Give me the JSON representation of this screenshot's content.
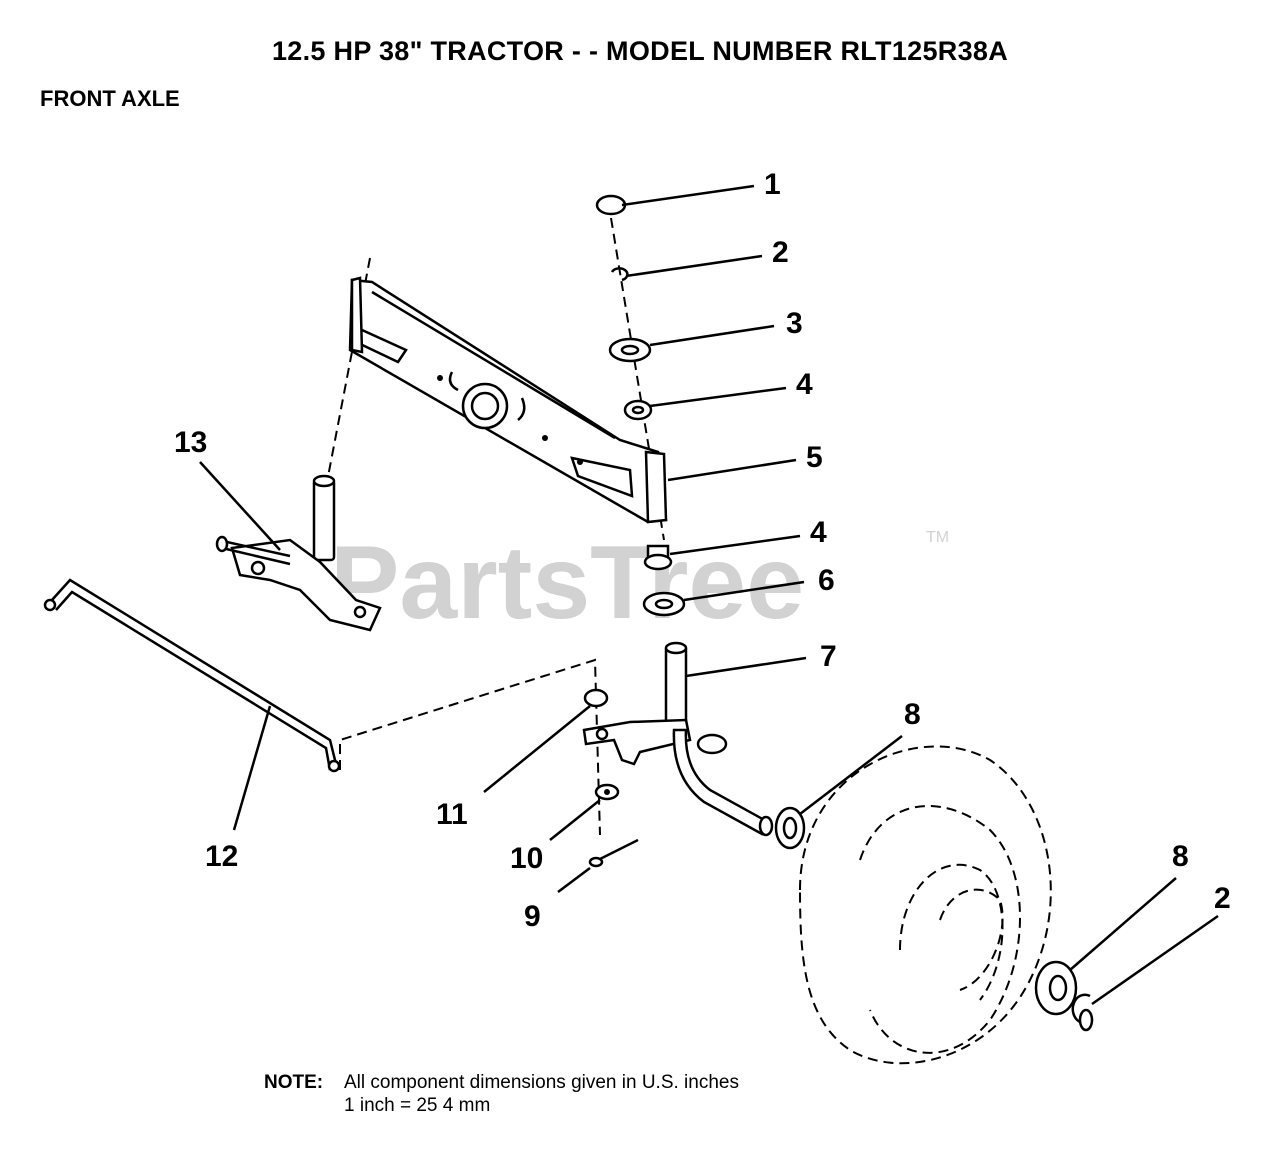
{
  "title": "12.5 HP 38\" TRACTOR - - MODEL NUMBER RLT125R38A",
  "section_title": "FRONT AXLE",
  "watermark": {
    "text": "PartsTree",
    "trademark": "TM"
  },
  "callouts": [
    "1",
    "2",
    "3",
    "4",
    "5",
    "4",
    "6",
    "7",
    "8",
    "11",
    "10",
    "9",
    "12",
    "13",
    "8",
    "2"
  ],
  "note": {
    "label": "NOTE:",
    "line1": "All component dimensions given in U.S. inches",
    "line2": "1 inch = 25 4 mm"
  }
}
